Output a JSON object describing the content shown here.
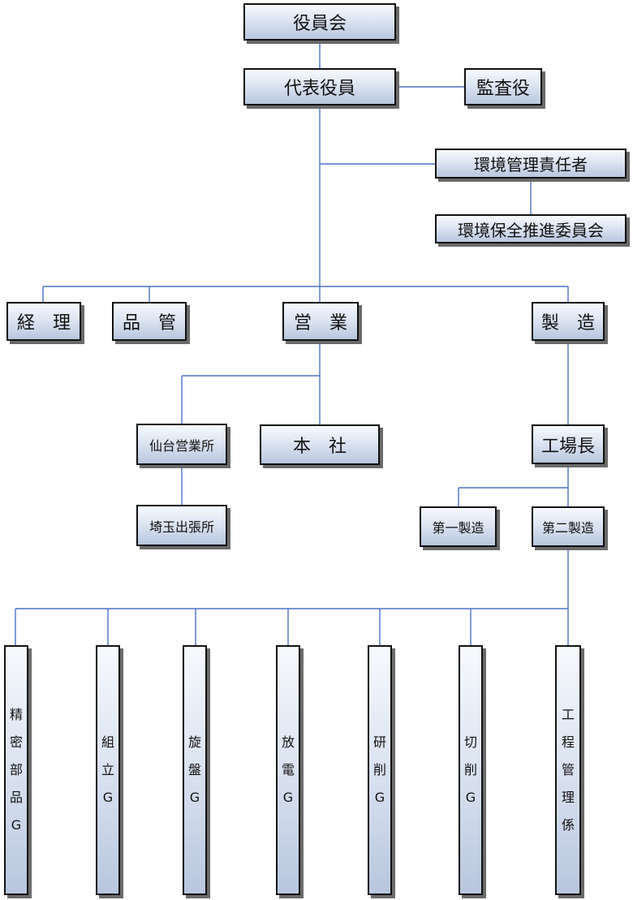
{
  "org_chart": {
    "board": "役員会",
    "representative": "代表役員",
    "auditor": "監査役",
    "env_manager": "環境管理責任者",
    "env_committee": "環境保全推進委員会",
    "departments": {
      "accounting": "経　理",
      "quality": "品　管",
      "sales": "営　業",
      "manufacturing": "製　造"
    },
    "sales_units": {
      "sendai": "仙台営業所",
      "headquarters": "本　社",
      "saitama": "埼玉出張所"
    },
    "factory": {
      "manager": "工場長",
      "first": "第一製造",
      "second": "第二製造"
    },
    "groups": [
      "精密部品G",
      "組立G",
      "旋盤G",
      "放電G",
      "研削G",
      "切削G",
      "工程管理係"
    ]
  },
  "colors": {
    "connector": "#4a72c4",
    "border": "#111111",
    "shadow": "#6a6a6a"
  }
}
